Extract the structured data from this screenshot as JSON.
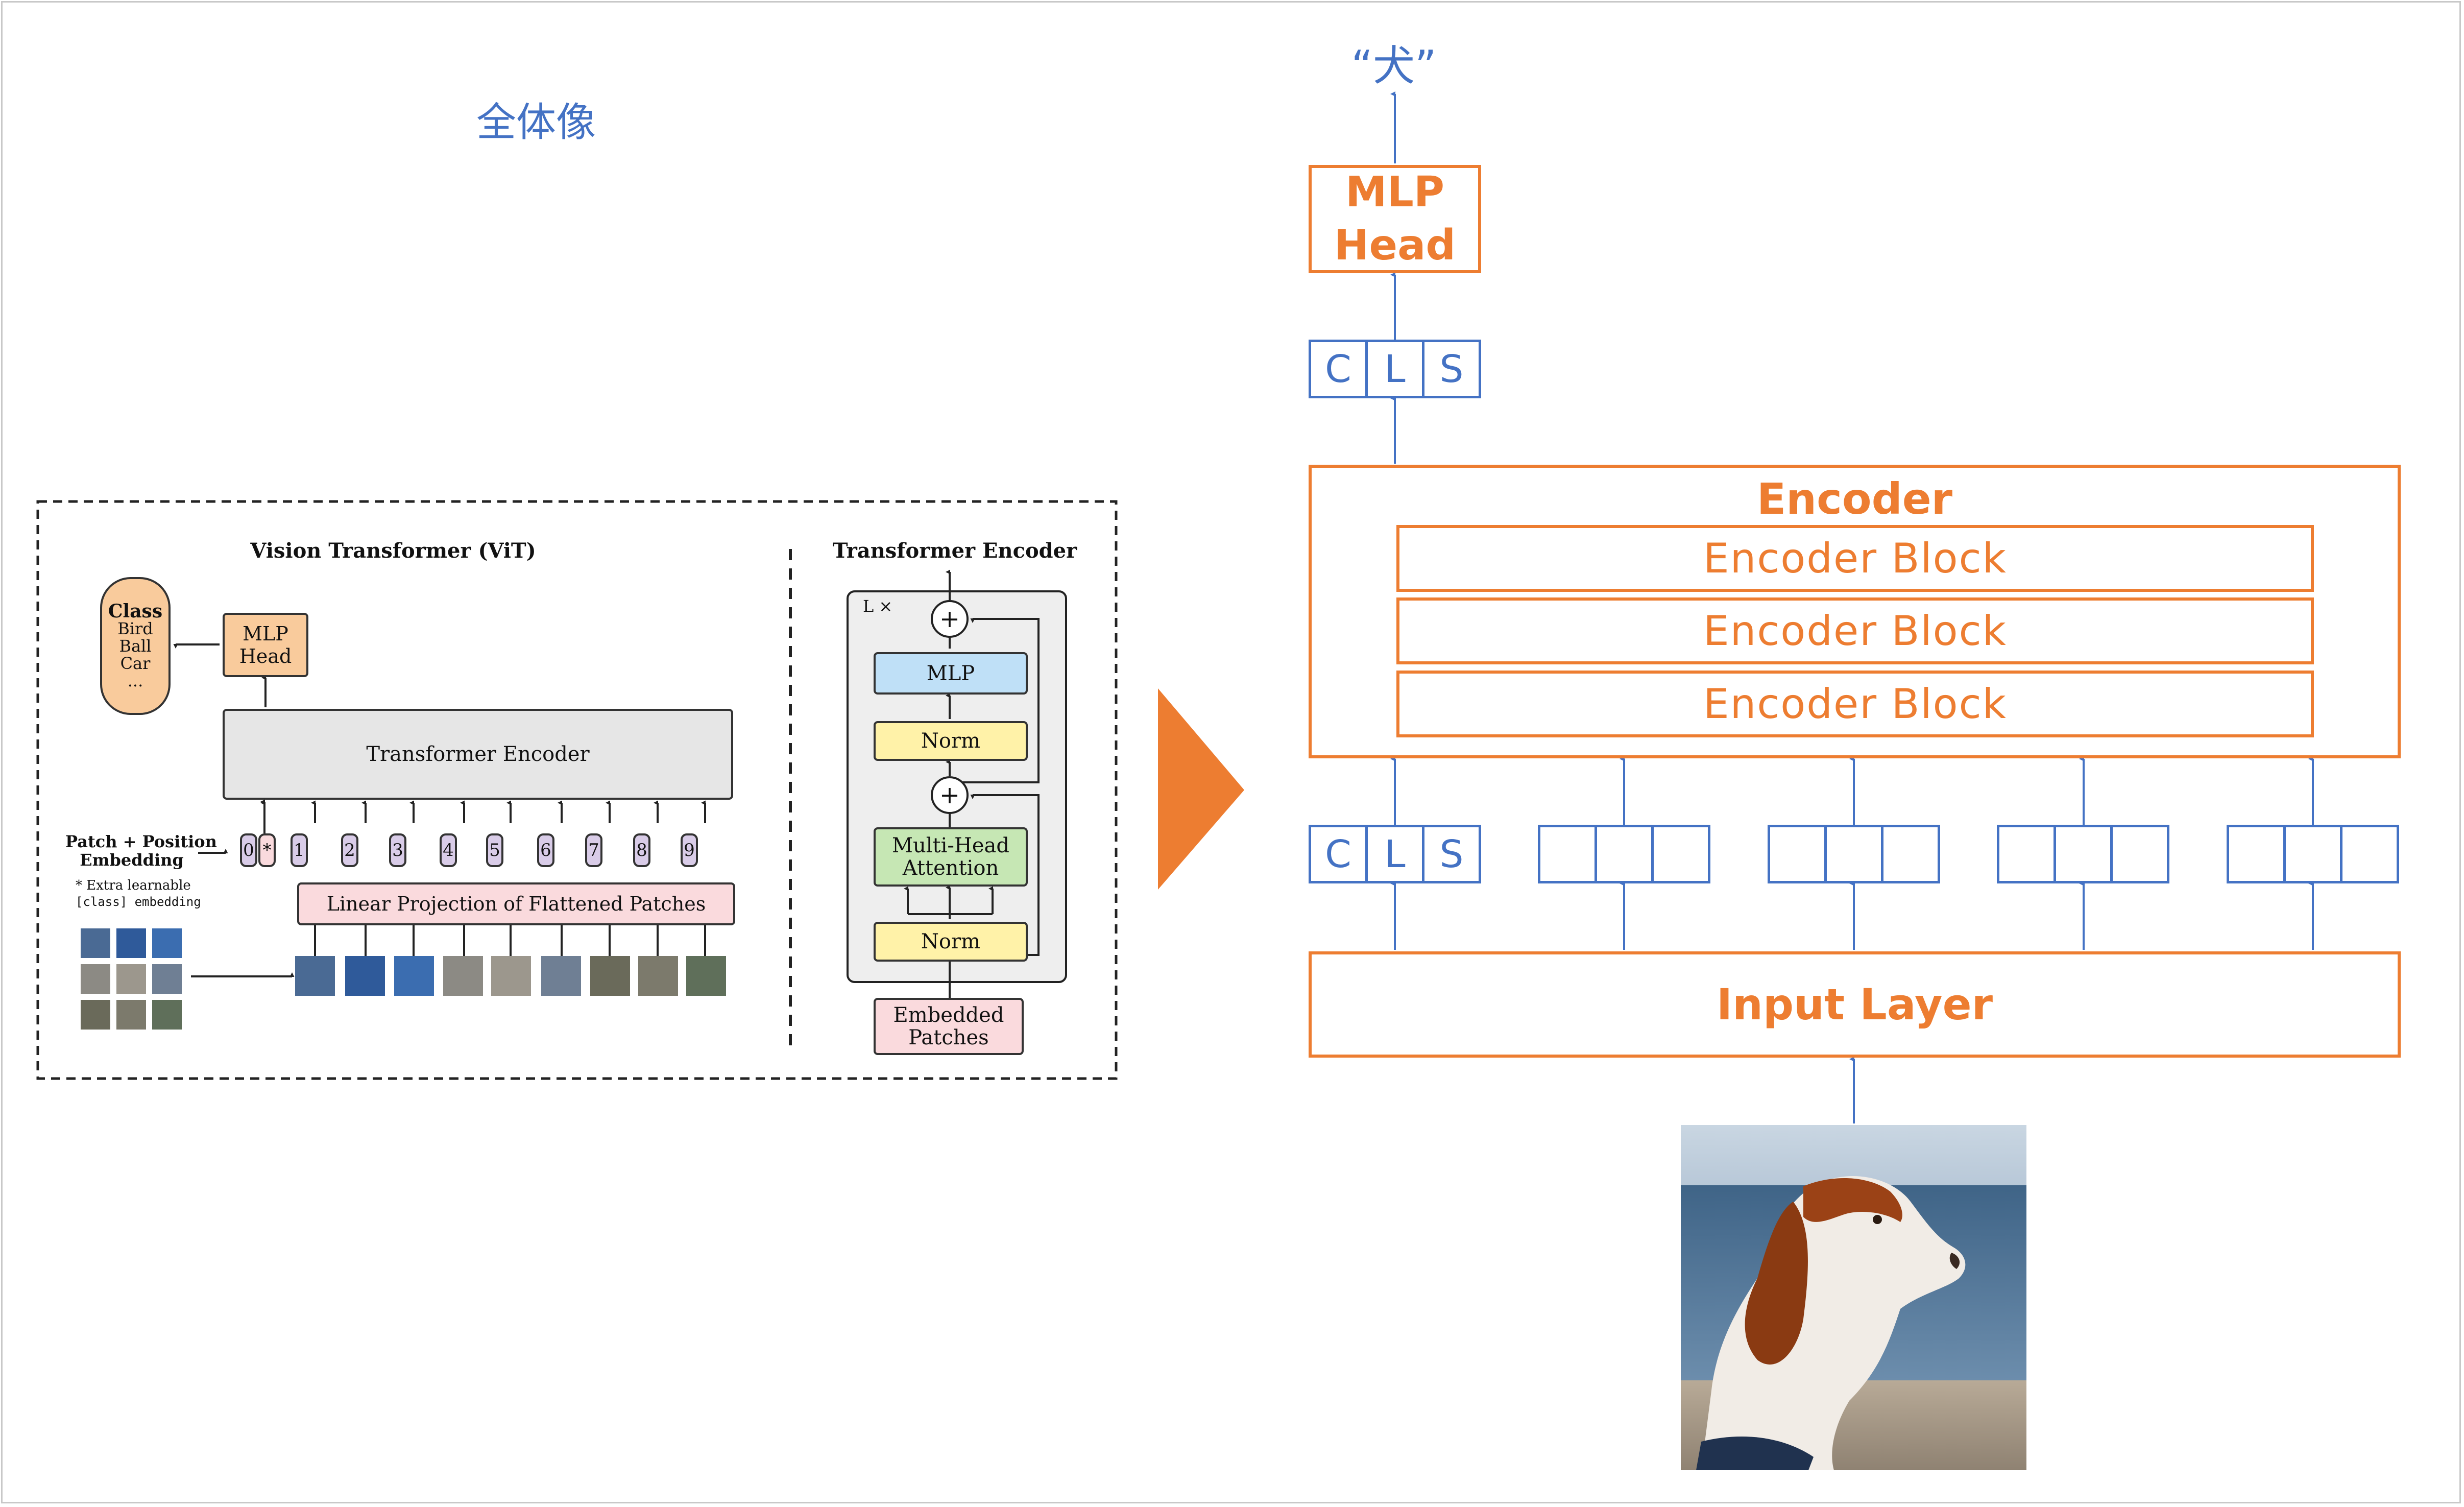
{
  "page_title": "全体像",
  "output_label": "“犬”",
  "right_diagram": {
    "mlp_head": [
      "MLP",
      "Head"
    ],
    "cls_token": [
      "C",
      "L",
      "S"
    ],
    "encoder_title": "Encoder",
    "encoder_blocks": [
      "Encoder Block",
      "Encoder Block",
      "Encoder Block"
    ],
    "input_layer": "Input Layer"
  },
  "vit_figure": {
    "left_title": "Vision Transformer (ViT)",
    "right_title": "Transformer Encoder",
    "class_box": {
      "title": "Class",
      "items": [
        "Bird",
        "Ball",
        "Car",
        "..."
      ]
    },
    "mlp_head": [
      "MLP",
      "Head"
    ],
    "transformer_encoder": "Transformer Encoder",
    "patch_position_embedding": [
      "Patch + Position",
      "Embedding"
    ],
    "extra_learnable": [
      "* Extra learnable",
      "[class] embedding"
    ],
    "position_tokens": [
      "0",
      "1",
      "2",
      "3",
      "4",
      "5",
      "6",
      "7",
      "8",
      "9"
    ],
    "class_token_mark": "*",
    "linear_projection": "Linear Projection of Flattened Patches",
    "encoder_detail": {
      "repeat_label": "L ×",
      "mlp": "MLP",
      "norm_top": "Norm",
      "multi_head_attention": [
        "Multi-Head",
        "Attention"
      ],
      "norm_bottom": "Norm",
      "embedded_patches": [
        "Embedded",
        "Patches"
      ],
      "add_symbol": "+"
    }
  },
  "colors": {
    "accent_orange": "#ed7d31",
    "accent_blue": "#4472c4",
    "vit_class": "#f9cb9c",
    "vit_mlp_head": "#f9cb9c",
    "vit_encoder": "#e6e6e6",
    "vit_linear": "#fadadd",
    "vit_mlp": "#bfe0f7",
    "vit_norm": "#fff2a8",
    "vit_attention": "#c6e7b4",
    "vit_token": "#d9cce8"
  }
}
